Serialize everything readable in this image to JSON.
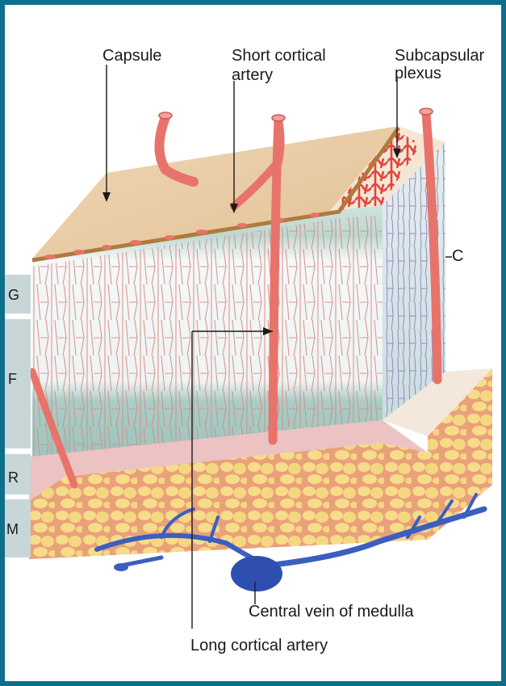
{
  "labels": {
    "capsule": "Capsule",
    "short_cortical_artery": [
      "Short cortical",
      "artery"
    ],
    "subcapsular_plexus": [
      "Subcapsular",
      "plexus"
    ],
    "c": "C",
    "central_vein": "Central vein of medulla",
    "long_cortical_artery": "Long cortical artery"
  },
  "zones": [
    "G",
    "F",
    "R",
    "M"
  ],
  "colors": {
    "background_frame": "#0d6f8c",
    "capsule": "#e9c9a0",
    "artery": "#e8736a",
    "vein": "#3b5fc0",
    "medulla_cells": "#f7dc8a",
    "zona_glomerulosa": "#bfd9d2",
    "zona_fasciculata": "#f4f8f8",
    "zona_reticularis": "#a9cdc6"
  }
}
